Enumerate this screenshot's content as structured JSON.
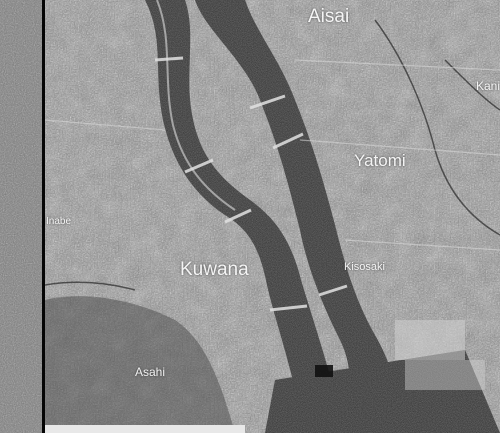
{
  "image": {
    "kind": "satellite radar (SAR) image, grayscale",
    "colors": {
      "water": "#2e2e2e",
      "land_light": "#bdbdbd",
      "land_dark": "#5a5a5a",
      "label": "#ffffff"
    }
  },
  "labels": {
    "aisai": "Aisai",
    "yatomi": "Yatomi",
    "kuwana": "Kuwana",
    "kisosaki": "Kisosaki",
    "asahi": "Asahi",
    "inabe": "Inabe",
    "kanie": "Kani"
  }
}
